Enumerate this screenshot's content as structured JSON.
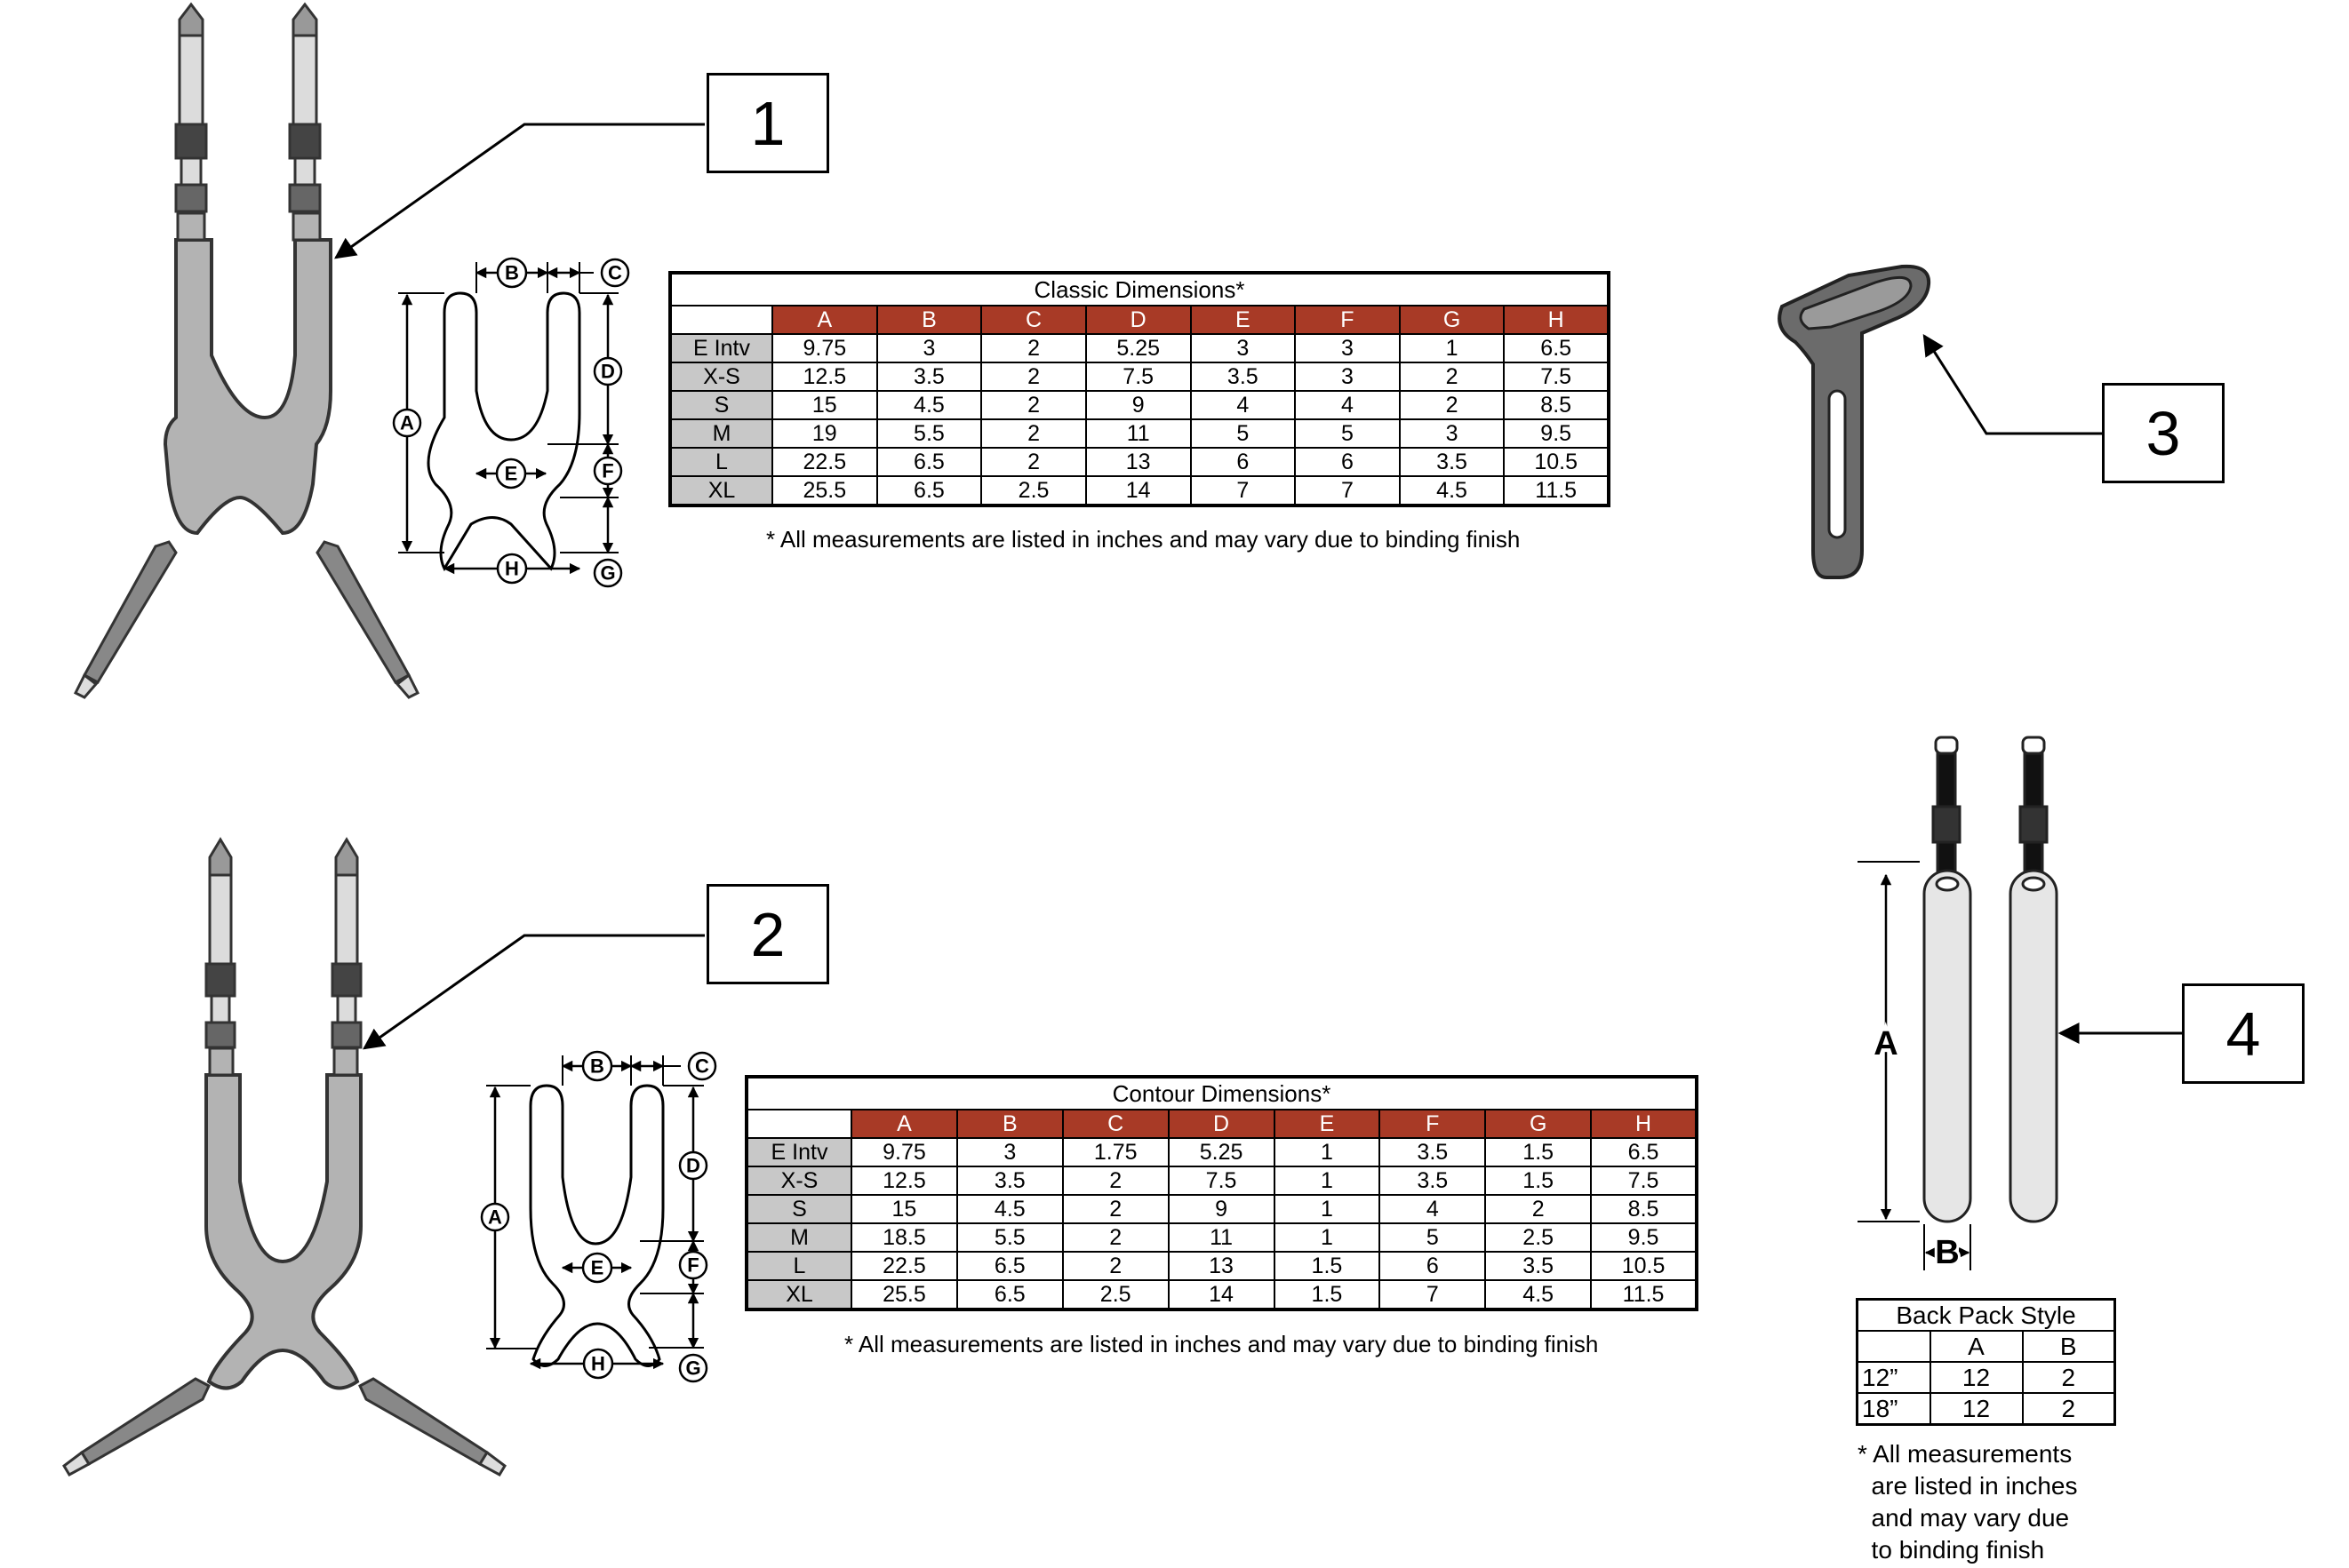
{
  "callouts": [
    "1",
    "2",
    "3",
    "4"
  ],
  "dimension_letters": [
    "A",
    "B",
    "C",
    "D",
    "E",
    "F",
    "G",
    "H"
  ],
  "classic": {
    "title": "Classic Dimensions*",
    "columns": [
      "A",
      "B",
      "C",
      "D",
      "E",
      "F",
      "G",
      "H"
    ],
    "rows": [
      {
        "size": "E Intv",
        "values": [
          "9.75",
          "3",
          "2",
          "5.25",
          "3",
          "3",
          "1",
          "6.5"
        ]
      },
      {
        "size": "X-S",
        "values": [
          "12.5",
          "3.5",
          "2",
          "7.5",
          "3.5",
          "3",
          "2",
          "7.5"
        ]
      },
      {
        "size": "S",
        "values": [
          "15",
          "4.5",
          "2",
          "9",
          "4",
          "4",
          "2",
          "8.5"
        ]
      },
      {
        "size": "M",
        "values": [
          "19",
          "5.5",
          "2",
          "11",
          "5",
          "5",
          "3",
          "9.5"
        ]
      },
      {
        "size": "L",
        "values": [
          "22.5",
          "6.5",
          "2",
          "13",
          "6",
          "6",
          "3.5",
          "10.5"
        ]
      },
      {
        "size": "XL",
        "values": [
          "25.5",
          "6.5",
          "2.5",
          "14",
          "7",
          "7",
          "4.5",
          "11.5"
        ]
      }
    ],
    "note": "* All measurements are listed in inches and may vary due to binding finish"
  },
  "contour": {
    "title": "Contour Dimensions*",
    "columns": [
      "A",
      "B",
      "C",
      "D",
      "E",
      "F",
      "G",
      "H"
    ],
    "rows": [
      {
        "size": "E Intv",
        "values": [
          "9.75",
          "3",
          "1.75",
          "5.25",
          "1",
          "3.5",
          "1.5",
          "6.5"
        ]
      },
      {
        "size": "X-S",
        "values": [
          "12.5",
          "3.5",
          "2",
          "7.5",
          "1",
          "3.5",
          "1.5",
          "7.5"
        ]
      },
      {
        "size": "S",
        "values": [
          "15",
          "4.5",
          "2",
          "9",
          "1",
          "4",
          "2",
          "8.5"
        ]
      },
      {
        "size": "M",
        "values": [
          "18.5",
          "5.5",
          "2",
          "11",
          "1",
          "5",
          "2.5",
          "9.5"
        ]
      },
      {
        "size": "L",
        "values": [
          "22.5",
          "6.5",
          "2",
          "13",
          "1.5",
          "6",
          "3.5",
          "10.5"
        ]
      },
      {
        "size": "XL",
        "values": [
          "25.5",
          "6.5",
          "2.5",
          "14",
          "1.5",
          "7",
          "4.5",
          "11.5"
        ]
      }
    ],
    "note": "* All measurements are listed in inches and may vary due to binding finish"
  },
  "backpack": {
    "title": "Back Pack Style",
    "columns": [
      "A",
      "B"
    ],
    "rows": [
      {
        "size": "12”",
        "values": [
          "12",
          "2"
        ]
      },
      {
        "size": "18”",
        "values": [
          "12",
          "2"
        ]
      }
    ],
    "note": "* All measurements\n  are listed in inches\n  and may vary due\n  to binding finish",
    "label_a": "A",
    "label_b": "B"
  },
  "colors": {
    "header_red": "#a83a26",
    "row_header_gray": "#c8c8c8",
    "harness_gray": "#b3b3b3",
    "strap_gray": "#e6e6e6"
  }
}
